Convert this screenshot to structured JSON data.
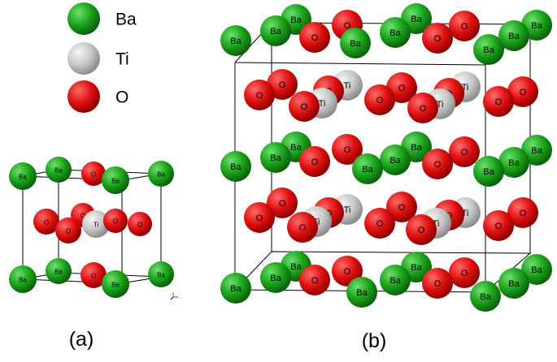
{
  "legend": [
    {
      "element": "Ba",
      "label": "Ba",
      "color": "#1aa31a"
    },
    {
      "element": "Ti",
      "label": "Ti",
      "color": "#c8c8c8"
    },
    {
      "element": "O",
      "label": "O",
      "color": "#e01010"
    }
  ],
  "colors": {
    "Ba": "#1aa31a",
    "Ti": "#c8c8c8",
    "O": "#e01010"
  },
  "panels": [
    {
      "id": "a",
      "label": "(a)",
      "description_elements": [
        "Ba",
        "O",
        "Ti"
      ]
    },
    {
      "id": "b",
      "label": "(b)",
      "description_elements": [
        "Ba",
        "O",
        "Ti"
      ]
    }
  ],
  "atom_labels": {
    "Ba": "Ba",
    "Ti": "Ti",
    "O": "O"
  }
}
